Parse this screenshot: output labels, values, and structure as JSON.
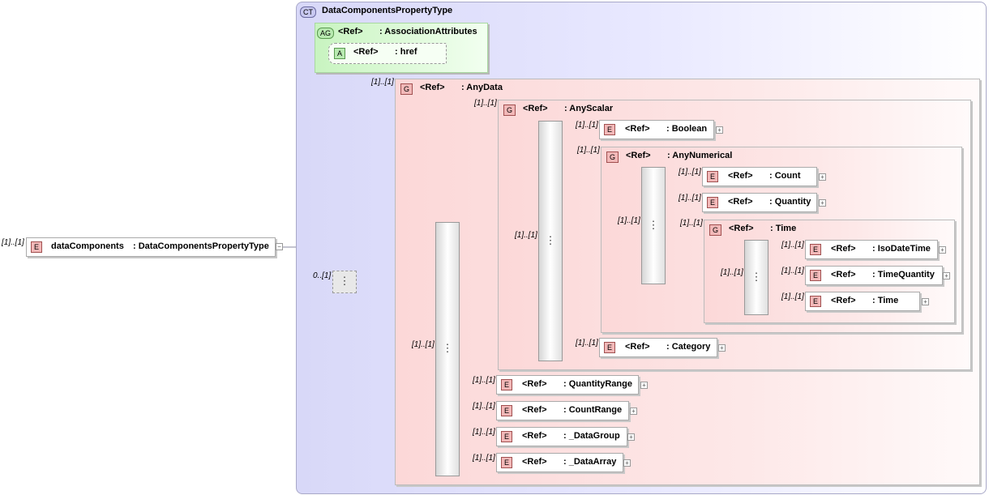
{
  "root": {
    "cardinality": "[1]..[1]",
    "badge": "E",
    "name": "dataComponents",
    "type": ": DataComponentsPropertyType"
  },
  "complex_type": {
    "badge": "CT",
    "name": "DataComponentsPropertyType"
  },
  "attribute_group": {
    "badge": "AG",
    "ref": "<Ref>",
    "name": ": AssociationAttributes"
  },
  "attribute": {
    "badge": "A",
    "ref": "<Ref>",
    "name": ": href"
  },
  "choice_cardinality": "0..[1]",
  "any_data": {
    "cardinality": "[1]..[1]",
    "badge": "G",
    "ref": "<Ref>",
    "name": ": AnyData",
    "choice_cardinality": "[1]..[1]"
  },
  "any_scalar": {
    "cardinality": "[1]..[1]",
    "badge": "G",
    "ref": "<Ref>",
    "name": ": AnyScalar",
    "choice_cardinality": "[1]..[1]"
  },
  "boolean": {
    "cardinality": "[1]..[1]",
    "badge": "E",
    "ref": "<Ref>",
    "name": ": Boolean"
  },
  "any_numerical": {
    "cardinality": "[1]..[1]",
    "badge": "G",
    "ref": "<Ref>",
    "name": ": AnyNumerical",
    "choice_cardinality": "[1]..[1]"
  },
  "count": {
    "cardinality": "[1]..[1]",
    "badge": "E",
    "ref": "<Ref>",
    "name": ": Count"
  },
  "quantity": {
    "cardinality": "[1]..[1]",
    "badge": "E",
    "ref": "<Ref>",
    "name": ": Quantity"
  },
  "time_group": {
    "cardinality": "[1]..[1]",
    "badge": "G",
    "ref": "<Ref>",
    "name": ": Time",
    "choice_cardinality": "[1]..[1]"
  },
  "iso_date_time": {
    "cardinality": "[1]..[1]",
    "badge": "E",
    "ref": "<Ref>",
    "name": ": IsoDateTime"
  },
  "time_quantity": {
    "cardinality": "[1]..[1]",
    "badge": "E",
    "ref": "<Ref>",
    "name": ": TimeQuantity"
  },
  "time_elem": {
    "cardinality": "[1]..[1]",
    "badge": "E",
    "ref": "<Ref>",
    "name": ": Time"
  },
  "category": {
    "cardinality": "[1]..[1]",
    "badge": "E",
    "ref": "<Ref>",
    "name": ": Category"
  },
  "quantity_range": {
    "cardinality": "[1]..[1]",
    "badge": "E",
    "ref": "<Ref>",
    "name": ": QuantityRange"
  },
  "count_range": {
    "cardinality": "[1]..[1]",
    "badge": "E",
    "ref": "<Ref>",
    "name": ": CountRange"
  },
  "data_group": {
    "cardinality": "[1]..[1]",
    "badge": "E",
    "ref": "<Ref>",
    "name": ": _DataGroup"
  },
  "data_array": {
    "cardinality": "[1]..[1]",
    "badge": "E",
    "ref": "<Ref>",
    "name": ": _DataArray"
  },
  "icons": {
    "choice": "choice-compositor-icon",
    "expand": "expand-plus-icon",
    "collapse": "collapse-minus-icon"
  },
  "colors": {
    "element_badge": "#f2b8b8",
    "complex_type_bg": "#e0e0fc",
    "attribute_group_bg": "#d4f6cc"
  }
}
